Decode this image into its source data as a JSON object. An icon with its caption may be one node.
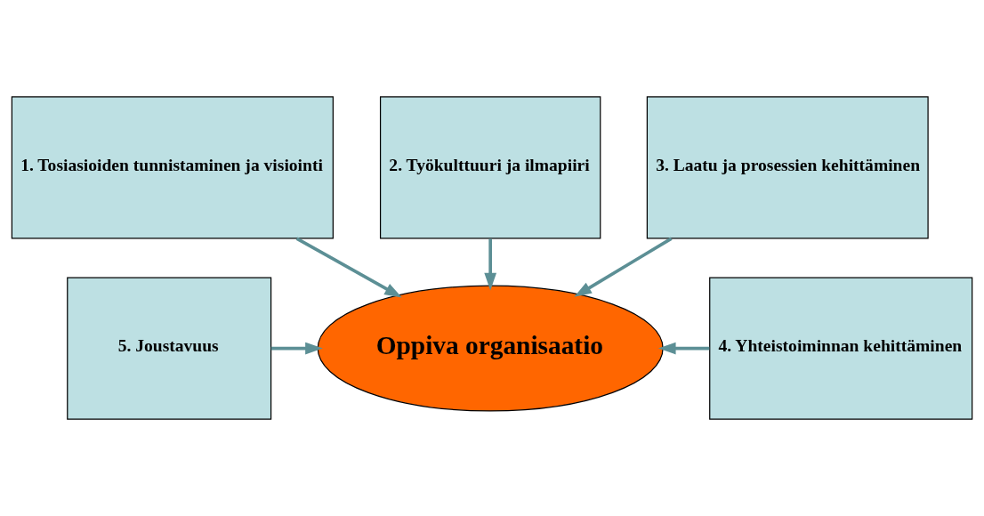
{
  "diagram": {
    "nodes": [
      {
        "text": [
          "1. Tosiasioiden tunnistaminen ja visiointi"
        ]
      },
      {
        "text": [
          "2. Työkulttuuri ja ilmapiiri"
        ]
      },
      {
        "text": [
          "3. Laatu ja prosessien kehittäminen"
        ]
      },
      {
        "text": [
          "5. Joustavuus"
        ]
      },
      {
        "text": [
          "Oppiva organisaatio"
        ]
      },
      {
        "text": [
          "4. Yhteistoiminnan kehittäminen"
        ]
      }
    ],
    "edges": [
      {
        "from": 0,
        "to": 4,
        "arrow": "to"
      },
      {
        "from": 1,
        "to": 4,
        "arrow": "to"
      },
      {
        "from": 2,
        "to": 4,
        "arrow": "to"
      },
      {
        "from": 3,
        "to": 4,
        "arrow": "to"
      },
      {
        "from": 5,
        "to": 4,
        "arrow": "to"
      }
    ]
  }
}
